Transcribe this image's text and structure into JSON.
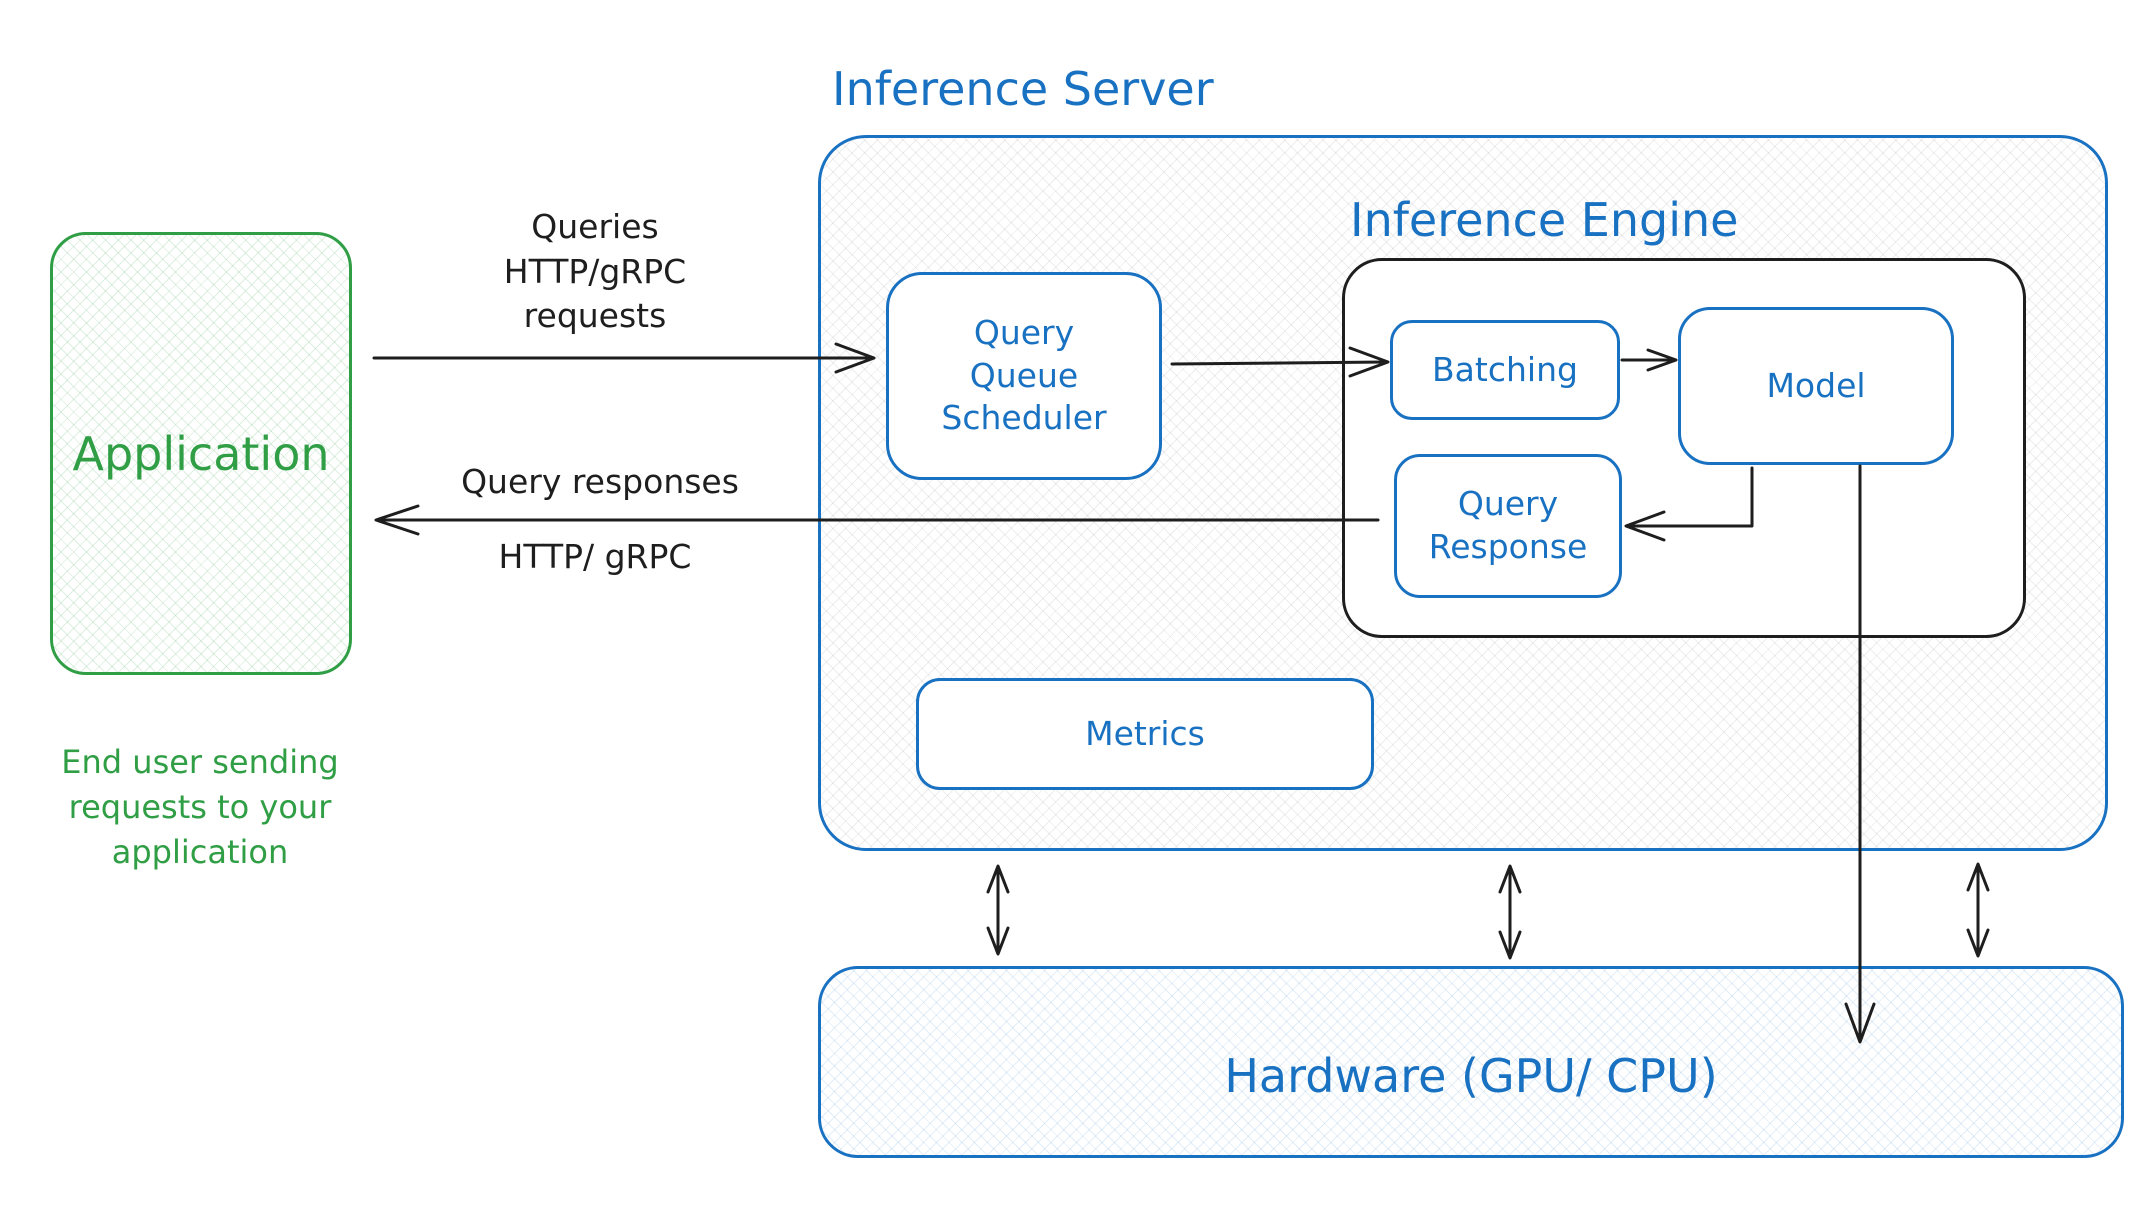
{
  "inference_server": {
    "title": "Inference Server",
    "inference_engine": {
      "title": "Inference Engine",
      "batching_label": "Batching",
      "model_label": "Model",
      "query_response_label": "Query\nResponse"
    },
    "query_queue_scheduler_label": "Query\nQueue\nScheduler",
    "metrics_label": "Metrics"
  },
  "application": {
    "label": "Application",
    "caption": "End user sending\nrequests to your\napplication"
  },
  "request_arrow_label": "Queries\nHTTP/gRPC\nrequests",
  "response_arrow_label_top": "Query responses",
  "response_arrow_label_bottom": "HTTP/ gRPC",
  "hardware": {
    "label": "Hardware (GPU/ CPU)"
  },
  "colors": {
    "blue": "#1971c2",
    "green": "#2f9e44",
    "black": "#1e1e1e"
  }
}
